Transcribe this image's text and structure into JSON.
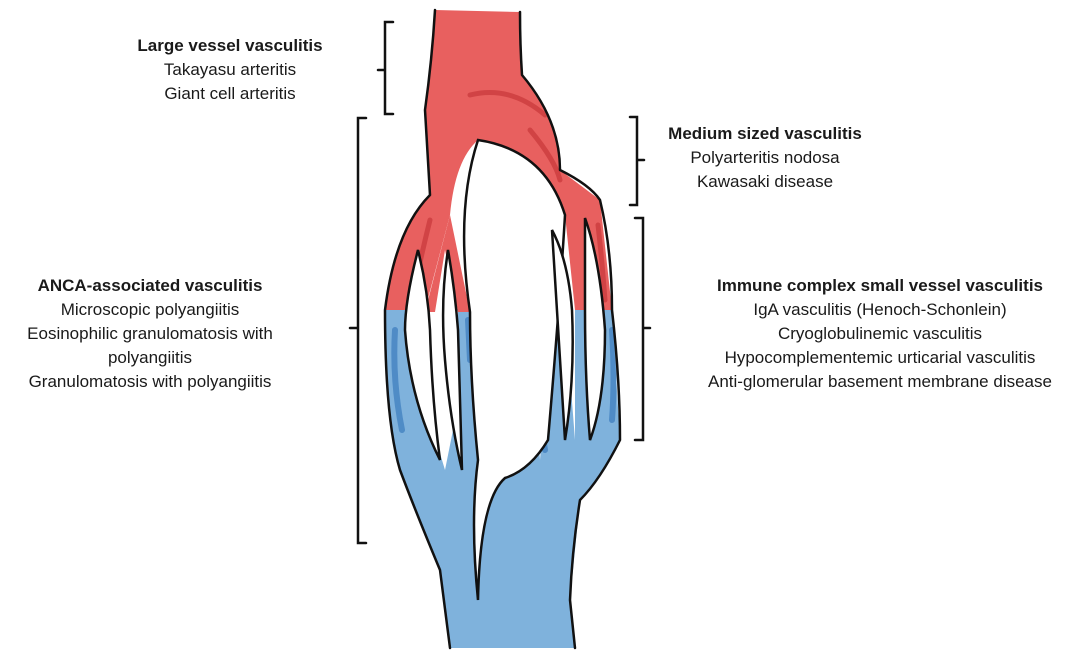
{
  "groups": {
    "large": {
      "heading": "Large vessel vasculitis",
      "items": [
        "Takayasu arteritis",
        "Giant cell arteritis"
      ]
    },
    "medium": {
      "heading": "Medium sized vasculitis",
      "items": [
        "Polyarteritis nodosa",
        "Kawasaki disease"
      ]
    },
    "anca": {
      "heading": "ANCA-associated vasculitis",
      "items": [
        "Microscopic polyangiitis",
        "Eosinophilic granulomatosis with",
        "polyangiitis",
        "Granulomatosis with polyangiitis"
      ]
    },
    "immune": {
      "heading": "Immune complex small vessel vasculitis",
      "items": [
        "IgA vasculitis (Henoch-Schonlein)",
        "Cryoglobulinemic vasculitis",
        "Hypocomplementemic urticarial vasculitis",
        "Anti-glomerular basement membrane disease"
      ]
    }
  },
  "colors": {
    "arterial": "#e8605f",
    "arterial_dark": "#c8383a",
    "venous": "#7fb2dc",
    "venous_dark": "#3f7fbf",
    "outline": "#111111"
  }
}
